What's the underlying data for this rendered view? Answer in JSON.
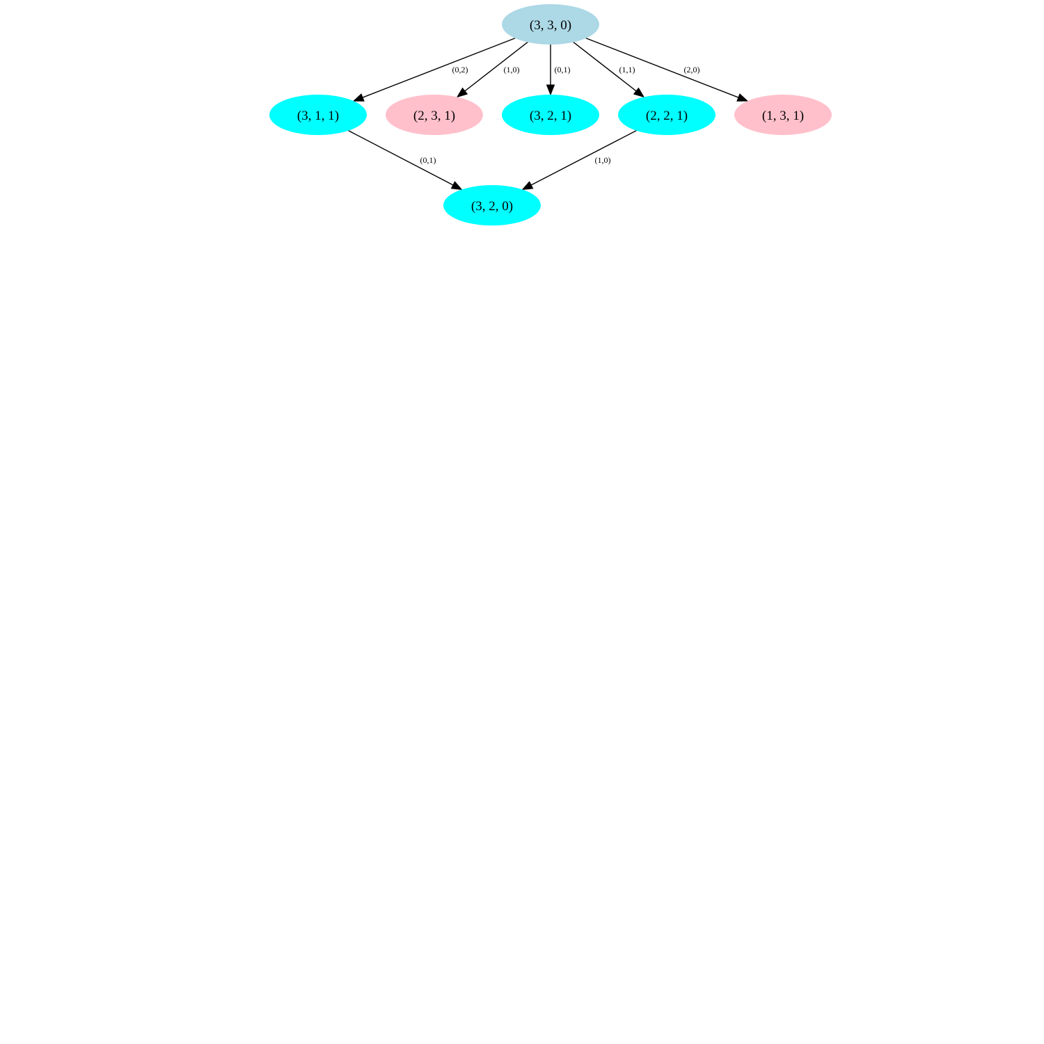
{
  "colors": {
    "start": "#add8e6",
    "valid": "#00ffff",
    "invalid": "#ffc0cb",
    "edge": "#000000",
    "background": "#ffffff"
  },
  "nodes": [
    {
      "id": "n330",
      "label": "(3, 3, 0)",
      "status": "start"
    },
    {
      "id": "n311",
      "label": "(3, 1, 1)",
      "status": "valid"
    },
    {
      "id": "n231",
      "label": "(2, 3, 1)",
      "status": "invalid"
    },
    {
      "id": "n321",
      "label": "(3, 2, 1)",
      "status": "valid"
    },
    {
      "id": "n221",
      "label": "(2, 2, 1)",
      "status": "valid"
    },
    {
      "id": "n131",
      "label": "(1, 3, 1)",
      "status": "invalid"
    },
    {
      "id": "n320",
      "label": "(3, 2, 0)",
      "status": "valid"
    }
  ],
  "edges": [
    {
      "from": "n330",
      "to": "n311",
      "label": "(0,2)"
    },
    {
      "from": "n330",
      "to": "n231",
      "label": "(1,0)"
    },
    {
      "from": "n330",
      "to": "n321",
      "label": "(0,1)"
    },
    {
      "from": "n330",
      "to": "n221",
      "label": "(1,1)"
    },
    {
      "from": "n330",
      "to": "n131",
      "label": "(2,0)"
    },
    {
      "from": "n311",
      "to": "n320",
      "label": "(0,1)"
    },
    {
      "from": "n221",
      "to": "n320",
      "label": "(1,0)"
    }
  ]
}
